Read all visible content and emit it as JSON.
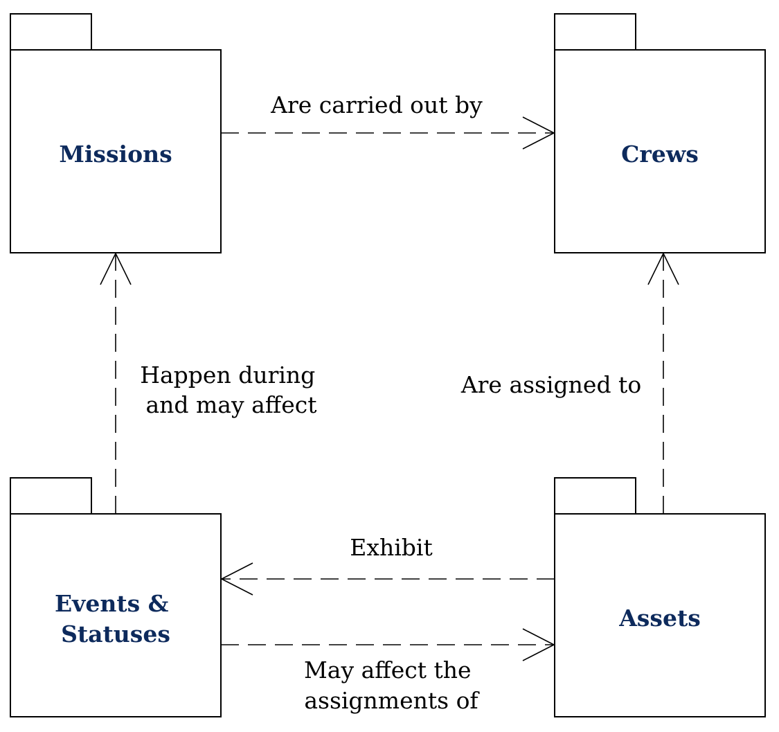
{
  "colors": {
    "package_title": "#0d2a5c",
    "line": "#000000",
    "background": "#ffffff"
  },
  "packages": {
    "missions": {
      "title_lines": [
        "Missions"
      ]
    },
    "crews": {
      "title_lines": [
        "Crews"
      ]
    },
    "events": {
      "title_lines": [
        "Events &",
        "Statuses"
      ]
    },
    "assets": {
      "title_lines": [
        "Assets"
      ]
    }
  },
  "edges": {
    "missions_to_crews": {
      "from": "Missions",
      "to": "Crews",
      "label_lines": [
        "Are carried out by"
      ]
    },
    "events_to_missions": {
      "from": "Events & Statuses",
      "to": "Missions",
      "label_lines": [
        "Happen during",
        "and may affect"
      ]
    },
    "assets_to_crews": {
      "from": "Assets",
      "to": "Crews",
      "label_lines": [
        "Are assigned to"
      ]
    },
    "assets_to_events": {
      "from": "Assets",
      "to": "Events & Statuses",
      "label_lines": [
        "Exhibit"
      ]
    },
    "events_to_assets": {
      "from": "Events & Statuses",
      "to": "Assets",
      "label_lines": [
        "May affect the",
        "assignments of"
      ]
    }
  }
}
